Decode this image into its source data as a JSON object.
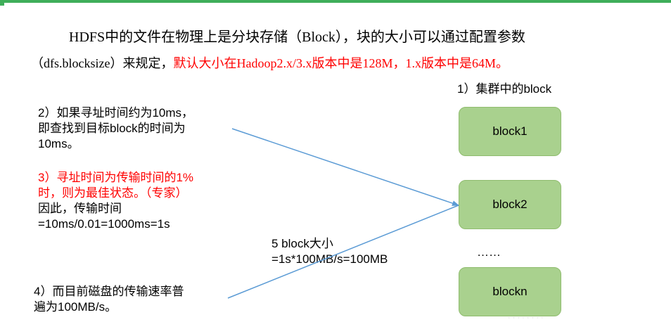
{
  "intro": {
    "line1": "HDFS中的文件在物理上是分块存储（Block），块的大小可以通过配置参数",
    "line2_black": "（dfs.blocksize）来规定，",
    "line2_red": "默认大小在Hadoop2.x/3.x版本中是128M，1.x版本中是64M。"
  },
  "cluster": {
    "title": "1）集群中的block",
    "blocks": [
      "block1",
      "block2",
      "blockn"
    ],
    "ellipsis": "……"
  },
  "notes": {
    "note2": [
      "2）如果寻址时间约为10ms，",
      "即查找到目标block的时间为",
      "10ms。"
    ],
    "note3_red": [
      "3）寻址时间为传输时间的1%",
      "时，则为最佳状态。（专家）"
    ],
    "note3_black": [
      "因此，传输时间",
      "=10ms/0.01=1000ms=1s"
    ],
    "note4": [
      "4）而目前磁盘的传输速率普",
      "遍为100MB/s。"
    ],
    "note5": [
      "5 block大小",
      "=1s*100MB/s=100MB"
    ]
  },
  "colors": {
    "accent_green": "#3fae5a",
    "block_fill": "#a9d18e",
    "arrow": "#5b9bd5",
    "highlight_red": "#ff0000"
  }
}
